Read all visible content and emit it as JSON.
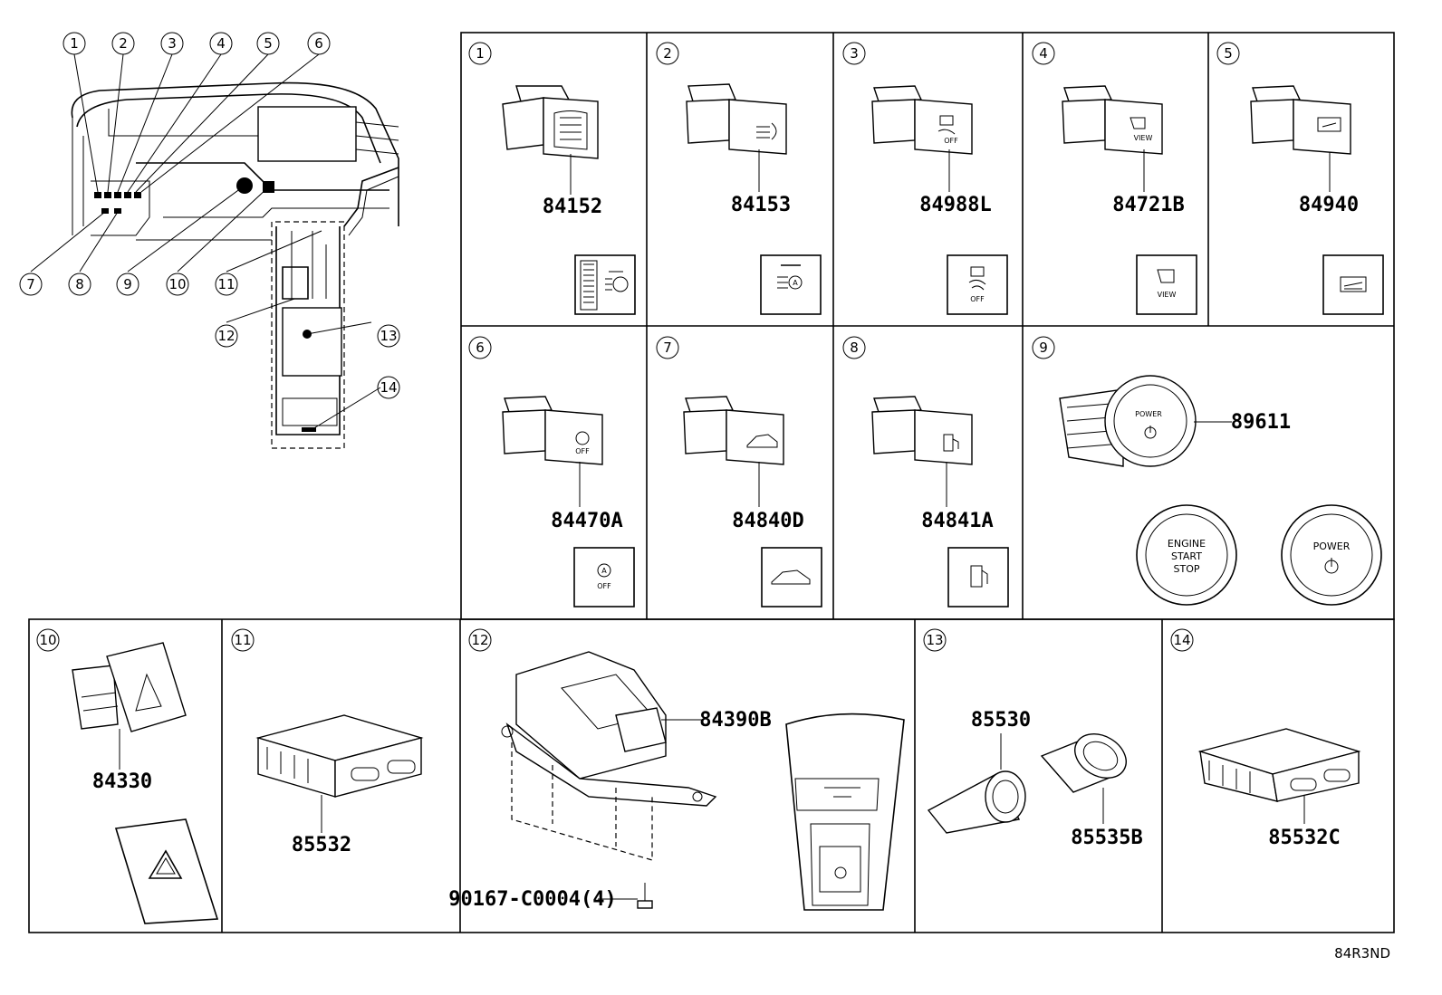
{
  "overview": {
    "callouts": [
      "1",
      "2",
      "3",
      "4",
      "5",
      "6",
      "7",
      "8",
      "9",
      "10",
      "11",
      "12",
      "13",
      "14"
    ]
  },
  "panels": [
    {
      "index": "1",
      "part": "84152"
    },
    {
      "index": "2",
      "part": "84153"
    },
    {
      "index": "3",
      "part": "84988L",
      "icon_text": "OFF"
    },
    {
      "index": "4",
      "part": "84721B",
      "icon_text": "VIEW"
    },
    {
      "index": "5",
      "part": "84940"
    },
    {
      "index": "6",
      "part": "84470A",
      "icon_text": "OFF"
    },
    {
      "index": "7",
      "part": "84840D"
    },
    {
      "index": "8",
      "part": "84841A"
    },
    {
      "index": "9",
      "part": "89611",
      "label_power": "POWER",
      "btn_engine_1": "ENGINE",
      "btn_engine_2": "START",
      "btn_engine_3": "STOP",
      "btn_power": "POWER"
    },
    {
      "index": "10",
      "part": "84330"
    },
    {
      "index": "11",
      "part": "85532"
    },
    {
      "index": "12",
      "part": "84390B",
      "part2": "90167-C0004(4)"
    },
    {
      "index": "13",
      "part": "85530",
      "part2": "85535B"
    },
    {
      "index": "14",
      "part": "85532C"
    }
  ],
  "reference_code": "84R3ND",
  "colors": {
    "line": "#000000",
    "background": "#ffffff"
  }
}
